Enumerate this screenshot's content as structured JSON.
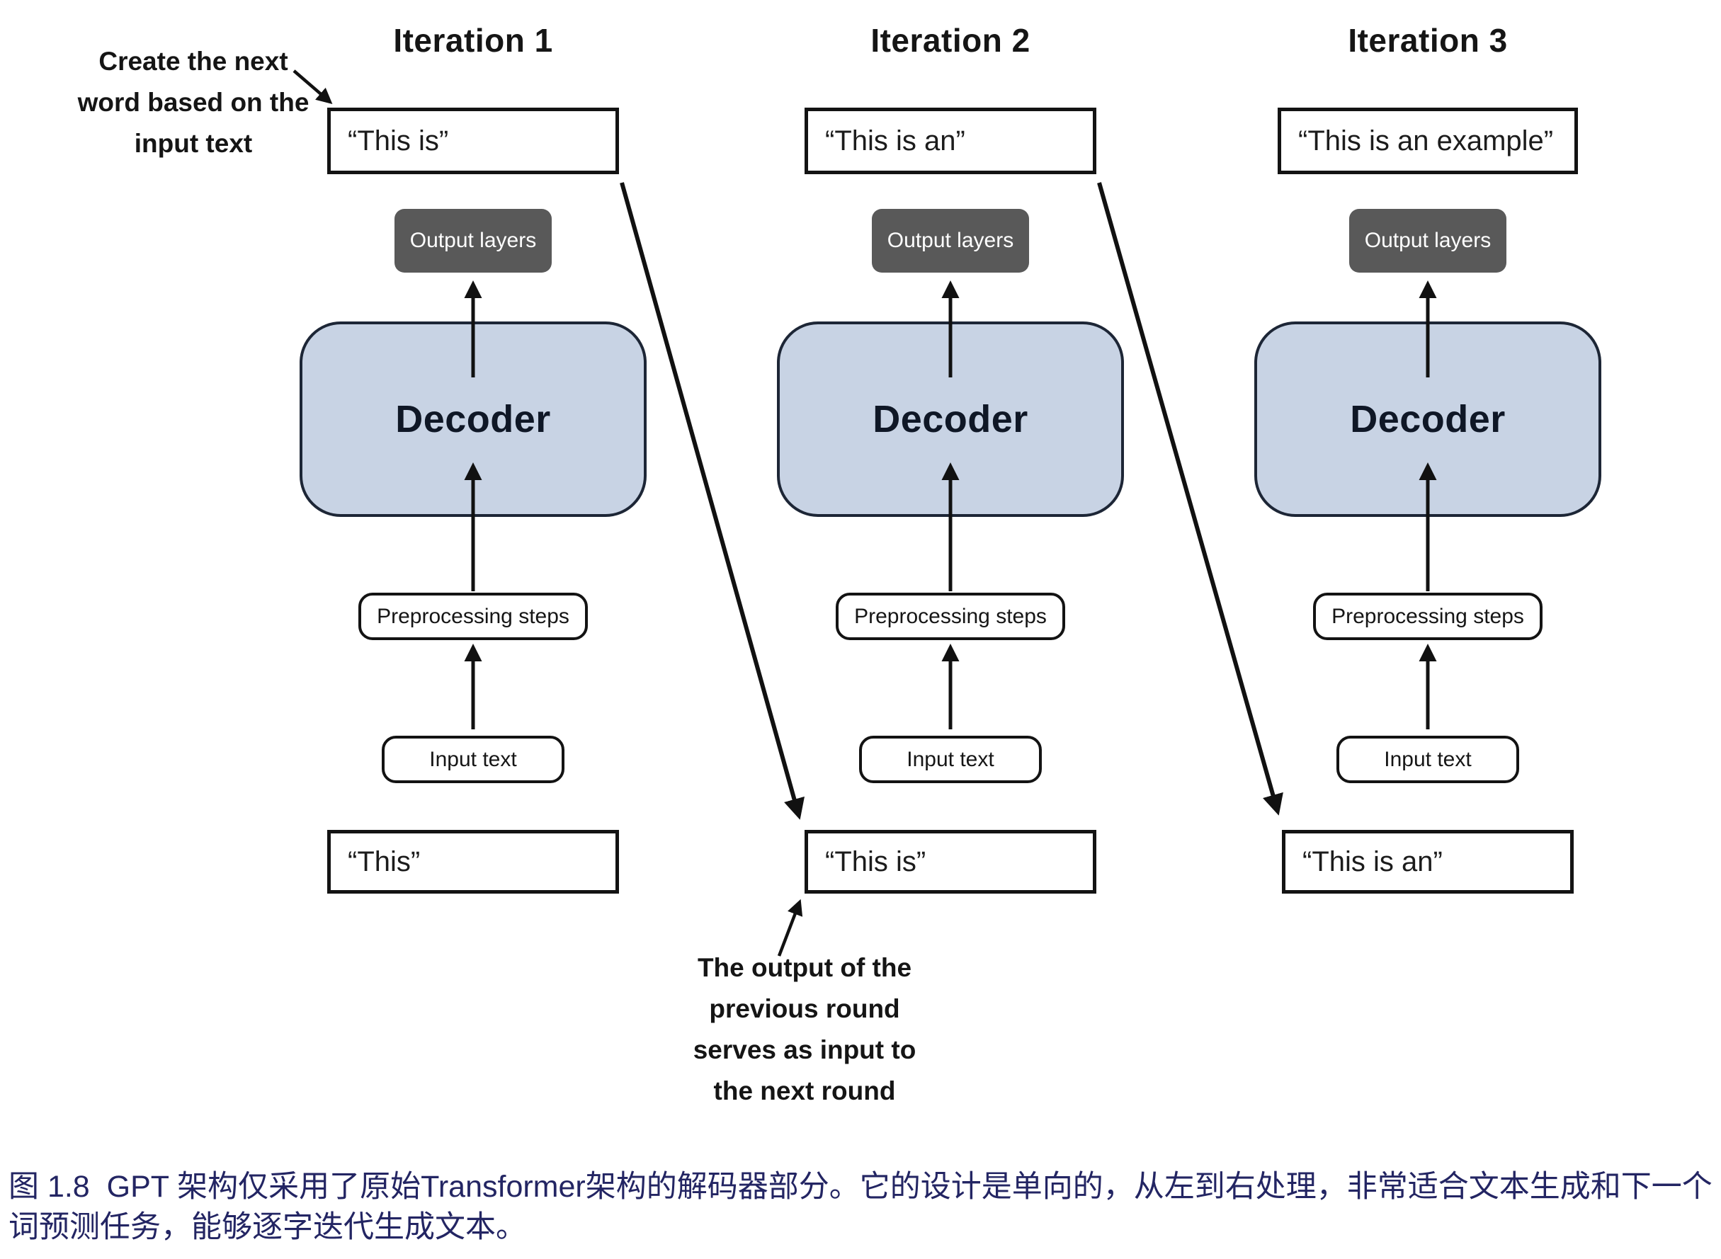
{
  "columns": [
    {
      "title": "Iteration 1",
      "generated": "“This is”",
      "output_layers": "Output layers",
      "decoder": "Decoder",
      "preprocessing": "Preprocessing steps",
      "input": "Input text",
      "source": "“This”"
    },
    {
      "title": "Iteration 2",
      "generated": "“This is an”",
      "output_layers": "Output layers",
      "decoder": "Decoder",
      "preprocessing": "Preprocessing steps",
      "input": "Input text",
      "source": "“This is”"
    },
    {
      "title": "Iteration 3",
      "generated": "“This is an example”",
      "output_layers": "Output layers",
      "decoder": "Decoder",
      "preprocessing": "Preprocessing steps",
      "input": "Input text",
      "source": "“This is an”"
    }
  ],
  "notes": {
    "create_next": [
      "Create the next",
      "word based on the",
      "input text"
    ],
    "feedback": [
      "The output of the",
      "previous round",
      "serves as input to",
      "the next round"
    ]
  },
  "caption": "图 1.8  GPT 架构仅采用了原始Transformer架构的解码器部分。它的设计是单向的，从左到右处理，非常适合文本生成和下一个词预测任务，能够逐字迭代生成文本。",
  "colors": {
    "decoder_fill": "#c8d3e4",
    "decoder_border": "#1d2636",
    "output_fill": "#595959",
    "output_text": "#ffffff",
    "box_border": "#131313",
    "caption_text": "#232563",
    "arrow": "#111111"
  }
}
